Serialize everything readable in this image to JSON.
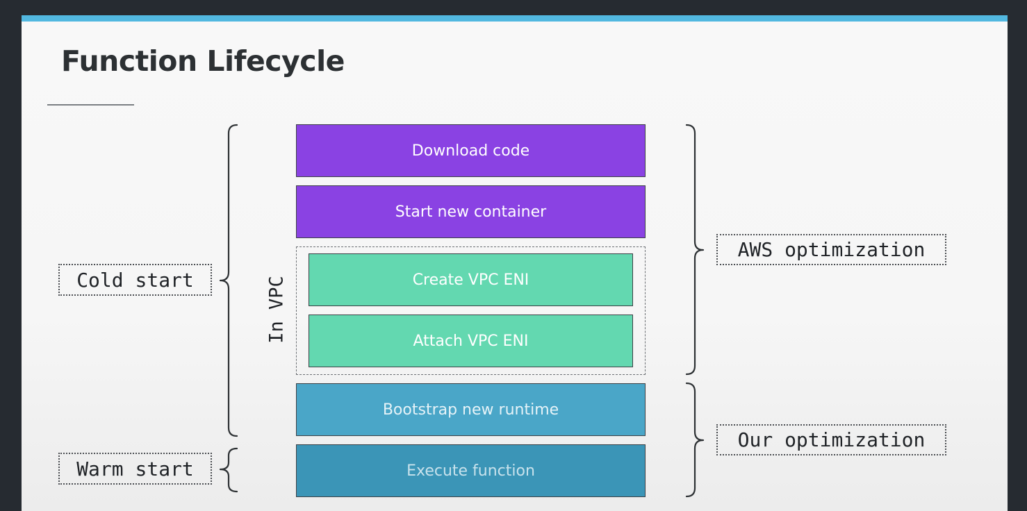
{
  "slide": {
    "title": "Function Lifecycle"
  },
  "steps": [
    {
      "label": "Download code",
      "color": "#8a42e3"
    },
    {
      "label": "Start new container",
      "color": "#8a42e3"
    },
    {
      "label": "Create VPC ENI",
      "color": "#63d8b0"
    },
    {
      "label": "Attach VPC ENI",
      "color": "#63d8b0"
    },
    {
      "label": "Bootstrap new runtime",
      "color": "#4aa6c8"
    },
    {
      "label": "Execute function",
      "color": "#3b95b7"
    }
  ],
  "vpc_group": {
    "label": "In VPC"
  },
  "left_tags": {
    "cold_start": "Cold start",
    "warm_start": "Warm start"
  },
  "right_tags": {
    "aws_optimization": "AWS optimization",
    "our_optimization": "Our optimization"
  },
  "colors": {
    "accent_bar": "#52b8e0",
    "background": "#262b31"
  }
}
